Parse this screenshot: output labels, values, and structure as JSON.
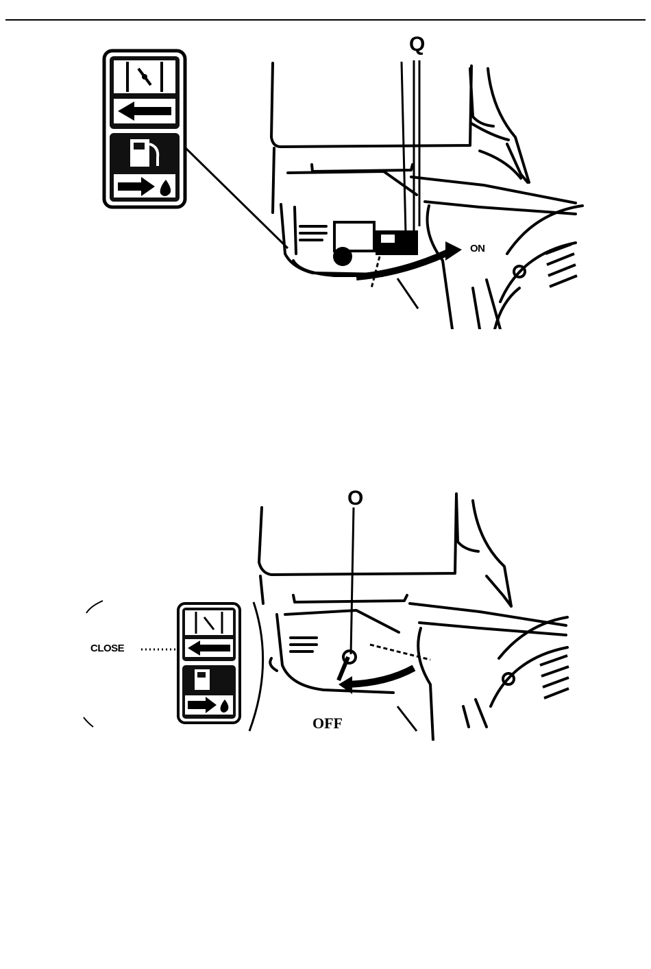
{
  "figure_top": {
    "callout": "Q",
    "position_label": "ON"
  },
  "figure_bottom": {
    "callout": "O",
    "close_label": "CLOSE",
    "off_label": "OFF"
  },
  "icons": {
    "choke_panel": "choke-symbol-icon",
    "fuel_panel": "fuel-pump-icon",
    "arrow_left": "arrow-left-icon",
    "arrow_right": "arrow-right-icon",
    "fuel_drop": "fuel-drop-icon"
  },
  "colors": {
    "ink": "#000000",
    "paper": "#ffffff"
  }
}
